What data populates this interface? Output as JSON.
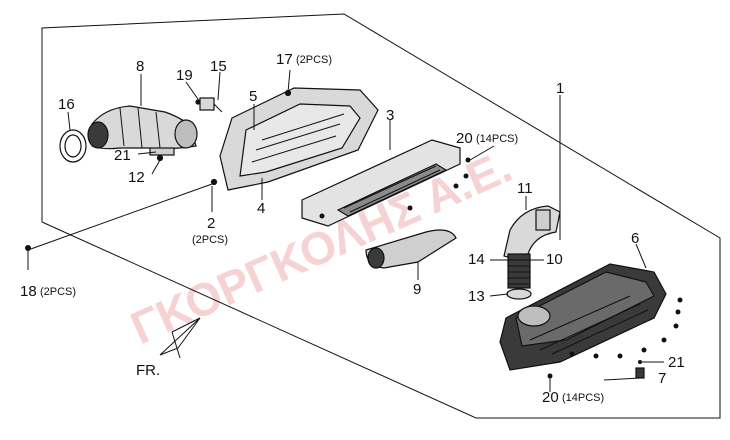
{
  "labels": [
    {
      "id": "1",
      "text": "1"
    },
    {
      "id": "2",
      "text": "2",
      "sub": "(2PCS)"
    },
    {
      "id": "3",
      "text": "3"
    },
    {
      "id": "4",
      "text": "4"
    },
    {
      "id": "5",
      "text": "5"
    },
    {
      "id": "6",
      "text": "6"
    },
    {
      "id": "7",
      "text": "7"
    },
    {
      "id": "8",
      "text": "8"
    },
    {
      "id": "9",
      "text": "9"
    },
    {
      "id": "10",
      "text": "10"
    },
    {
      "id": "11",
      "text": "11"
    },
    {
      "id": "12",
      "text": "12"
    },
    {
      "id": "13",
      "text": "13"
    },
    {
      "id": "14",
      "text": "14"
    },
    {
      "id": "15",
      "text": "15"
    },
    {
      "id": "16",
      "text": "16"
    },
    {
      "id": "17",
      "text": "17",
      "sub": "(2PCS)"
    },
    {
      "id": "18",
      "text": "18",
      "sub": "(2PCS)"
    },
    {
      "id": "19",
      "text": "19"
    },
    {
      "id": "20a",
      "text": "20",
      "sub": "(14PCS)"
    },
    {
      "id": "20b",
      "text": "20",
      "sub": "(14PCS)"
    },
    {
      "id": "21a",
      "text": "21"
    },
    {
      "id": "21b",
      "text": "21"
    }
  ],
  "front_label": "FR.",
  "watermark": "ΓΚΟΡΓΚΟΛΗΣ Α.Ε.",
  "colors": {
    "line": "#111111",
    "part_fill": "#d9d9d9",
    "part_dark": "#3a3a3a",
    "watermark": "#f4c3c3"
  }
}
